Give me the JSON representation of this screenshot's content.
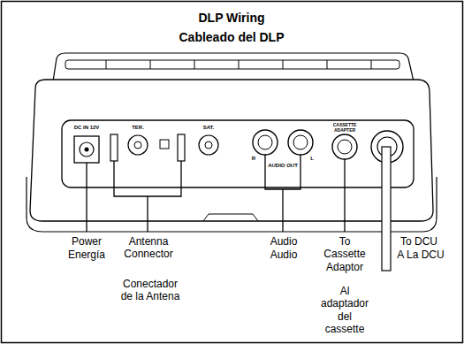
{
  "diagram": {
    "title": "DLP Wiring Cableado del DLP",
    "labels": [
      "DC IN 12V",
      "TER.",
      "SAT.",
      "R",
      "L",
      "AUDIO OUT",
      "CASSETTE ADAPTER",
      "Power",
      "Energía",
      "Antenna Connector",
      "Audio",
      "Audio",
      "To Cassette Adaptor",
      "To DCU",
      "A La DCU",
      "Conectador de la Antena",
      "Al adaptador del cassette"
    ]
  }
}
